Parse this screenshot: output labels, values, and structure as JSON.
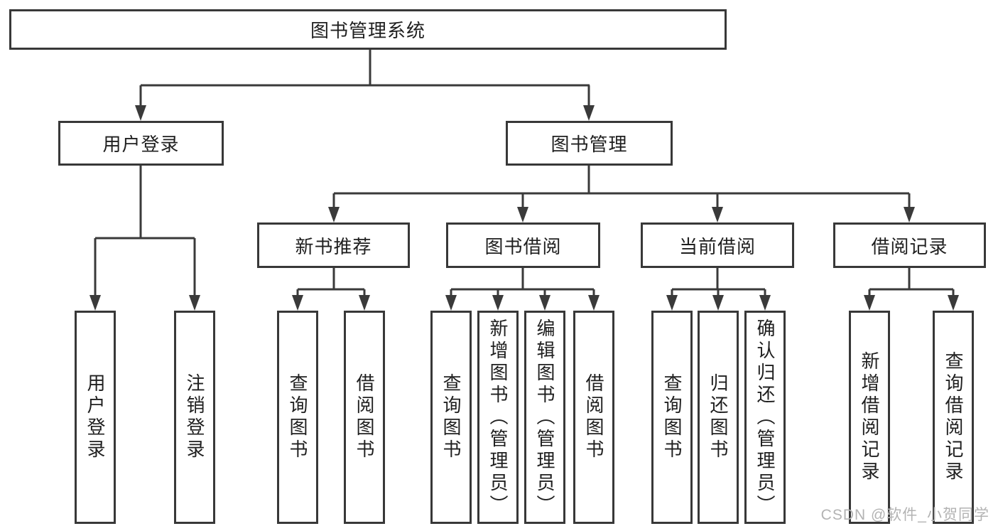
{
  "diagram": {
    "type": "tree",
    "title": "图书管理系统",
    "colors": {
      "line": "#3a3a3a",
      "border": "#383838",
      "text": "#1f1f1f",
      "background": "#ffffff",
      "watermark": "#b3b3b3"
    }
  },
  "nodes": {
    "root": "图书管理系统",
    "user_login": "用户登录",
    "book_management": "图书管理",
    "new_book_recommend": "新书推荐",
    "book_borrow": "图书借阅",
    "current_borrow": "当前借阅",
    "borrow_records": "借阅记录"
  },
  "groups": {
    "user_login": [
      "用户登录",
      "注销登录"
    ],
    "new_book_recommend": [
      "查询图书",
      "借阅图书"
    ],
    "book_borrow": [
      "查询图书",
      "新增图书（管理员）",
      "编辑图书（管理员）",
      "借阅图书"
    ],
    "current_borrow": [
      "查询图书",
      "归还图书",
      "确认归还（管理员）"
    ],
    "borrow_records": [
      "新增借阅记录",
      "查询借阅记录"
    ]
  },
  "watermark": {
    "text": "CSDN @软件_小贺同学"
  }
}
